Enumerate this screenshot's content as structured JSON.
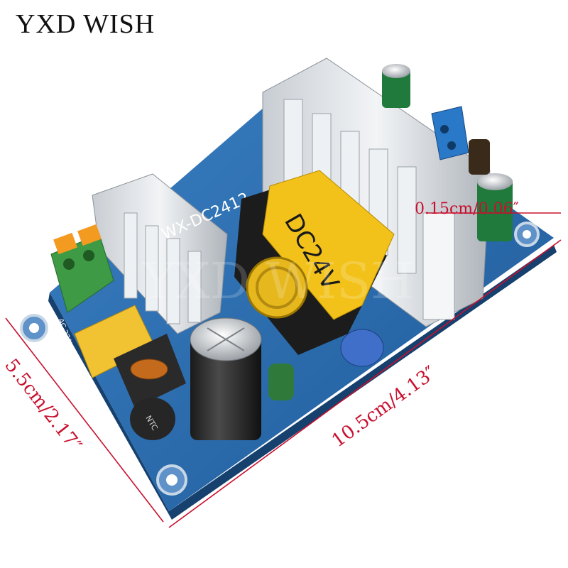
{
  "brand": "YXD WISH",
  "dimensions": {
    "thickness": "0.15cm/0.06″",
    "length": "10.5cm/4.13″",
    "width": "5.5cm/2.17″"
  },
  "board": {
    "model": "WX-DC2412",
    "transformer_label": "DC24V",
    "input_label": "AC-220V",
    "watermark": "YXD WISH",
    "capacitor_label": "NTC"
  },
  "colors": {
    "dimension": "#c8102e",
    "pcb": "#2f6fb0",
    "pcb_dark": "#1f4f86",
    "heatsink": "#d9dee3",
    "transformer": "#f2c21b",
    "terminal_green": "#3e9a45",
    "terminal_blue": "#2a78c8",
    "capacitor": "#2a2a2a"
  }
}
